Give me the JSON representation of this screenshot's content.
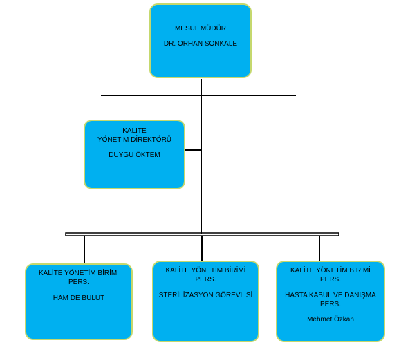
{
  "nodes": {
    "top": {
      "title": "MESUL MÜDÜR",
      "name": "DR. ORHAN SONKALE"
    },
    "director": {
      "title_line1": "KALİTE",
      "title_line2": "YÖNET M DİREKTÖRÜ",
      "name": "DUYGU ÖKTEM"
    },
    "staff_left": {
      "title_line1": "KALİTE YÖNETİM BİRİMİ",
      "title_line2": "PERS.",
      "name": "HAM DE BULUT"
    },
    "staff_middle": {
      "title_line1": "KALİTE YÖNETİM BİRİMİ",
      "title_line2": "PERS.",
      "role": "STERİLİZASYON GÖREVLİSİ"
    },
    "staff_right": {
      "title_line1": "KALİTE YÖNETİM BİRİMİ",
      "title_line2": "PERS.",
      "role_line1": "HASTA KABUL VE DANIŞMA",
      "role_line2": "PERS.",
      "name": "Mehmet Özkan"
    }
  },
  "colors": {
    "box_fill": "#00b0f0",
    "box_border": "#c5d86d",
    "connector": "#000000"
  }
}
